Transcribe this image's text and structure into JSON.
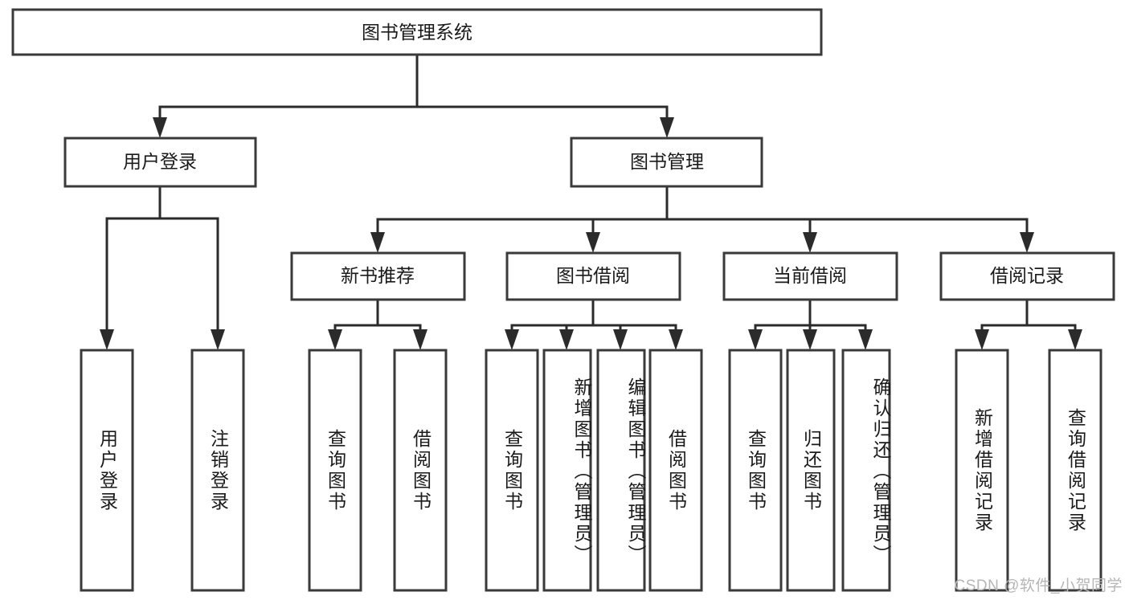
{
  "diagram": {
    "type": "tree",
    "title": "图书管理系统",
    "root": {
      "id": "root",
      "label": "图书管理系统",
      "orientation": "horizontal"
    },
    "level2": [
      {
        "id": "user-login",
        "label": "用户登录",
        "orientation": "horizontal"
      },
      {
        "id": "book-management",
        "label": "图书管理",
        "orientation": "horizontal"
      }
    ],
    "level3": [
      {
        "id": "new-book-recommend",
        "label": "新书推荐",
        "orientation": "horizontal",
        "parent": "book-management"
      },
      {
        "id": "book-borrow",
        "label": "图书借阅",
        "orientation": "horizontal",
        "parent": "book-management"
      },
      {
        "id": "current-borrow",
        "label": "当前借阅",
        "orientation": "horizontal",
        "parent": "book-management"
      },
      {
        "id": "borrow-record",
        "label": "借阅记录",
        "orientation": "horizontal",
        "parent": "book-management"
      }
    ],
    "leaves": [
      {
        "id": "leaf-user-login",
        "label": "用户登录",
        "orientation": "vertical",
        "parent": "user-login"
      },
      {
        "id": "leaf-logout",
        "label": "注销登录",
        "orientation": "vertical",
        "parent": "user-login"
      },
      {
        "id": "leaf-query-book-1",
        "label": "查询图书",
        "orientation": "vertical",
        "parent": "new-book-recommend"
      },
      {
        "id": "leaf-borrow-book-1",
        "label": "借阅图书",
        "orientation": "vertical",
        "parent": "new-book-recommend"
      },
      {
        "id": "leaf-query-book-2",
        "label": "查询图书",
        "orientation": "vertical",
        "parent": "book-borrow"
      },
      {
        "id": "leaf-add-book",
        "label": "新增图书（管理员）",
        "orientation": "vertical",
        "parent": "book-borrow"
      },
      {
        "id": "leaf-edit-book",
        "label": "编辑图书（管理员）",
        "orientation": "vertical",
        "parent": "book-borrow"
      },
      {
        "id": "leaf-borrow-book-2",
        "label": "借阅图书",
        "orientation": "vertical",
        "parent": "book-borrow"
      },
      {
        "id": "leaf-query-book-3",
        "label": "查询图书",
        "orientation": "vertical",
        "parent": "current-borrow"
      },
      {
        "id": "leaf-return-book",
        "label": "归还图书",
        "orientation": "vertical",
        "parent": "current-borrow"
      },
      {
        "id": "leaf-confirm-return",
        "label": "确认归还（管理员）",
        "orientation": "vertical",
        "parent": "current-borrow"
      },
      {
        "id": "leaf-add-record",
        "label": "新增借阅记录",
        "orientation": "vertical",
        "parent": "borrow-record"
      },
      {
        "id": "leaf-query-record",
        "label": "查询借阅记录",
        "orientation": "vertical",
        "parent": "borrow-record"
      }
    ],
    "colors": {
      "box_stroke": "#3a3a3a",
      "connector": "#2b2b2b",
      "text": "#1a1a1a",
      "background": "#ffffff",
      "watermark": "#b6b6b6"
    }
  },
  "watermark": {
    "text": "CSDN @软件_小贺同学"
  }
}
